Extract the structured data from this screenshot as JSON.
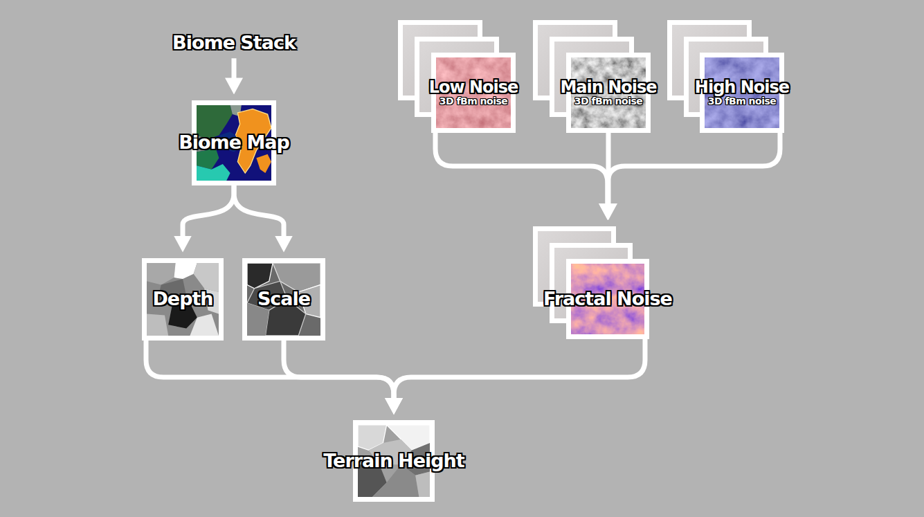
{
  "diagram": {
    "nodes": [
      {
        "text": [
          "Biome Stack"
        ]
      },
      {
        "text": [
          "Biome Map"
        ]
      },
      {
        "text": [
          "Depth"
        ]
      },
      {
        "text": [
          "Scale"
        ]
      },
      {
        "text": [
          "Low Noise",
          "3D fBm noise"
        ]
      },
      {
        "text": [
          "Main Noise",
          "3D fBm noise"
        ]
      },
      {
        "text": [
          "High Noise",
          "3D fBm noise"
        ]
      },
      {
        "text": [
          "Fractal Noise"
        ]
      },
      {
        "text": [
          "Terrain Height"
        ]
      }
    ],
    "edges": [
      {
        "from": 0,
        "to": 1,
        "arrow": "to"
      },
      {
        "from": 1,
        "to": 2,
        "arrow": "to"
      },
      {
        "from": 1,
        "to": 3,
        "arrow": "to"
      },
      {
        "from": 4,
        "to": 7,
        "arrow": "to"
      },
      {
        "from": 5,
        "to": 7,
        "arrow": "to"
      },
      {
        "from": 6,
        "to": 7,
        "arrow": "to"
      },
      {
        "from": 2,
        "to": 8,
        "arrow": "to"
      },
      {
        "from": 3,
        "to": 8,
        "arrow": "to"
      },
      {
        "from": 7,
        "to": 8,
        "arrow": "to"
      }
    ]
  }
}
